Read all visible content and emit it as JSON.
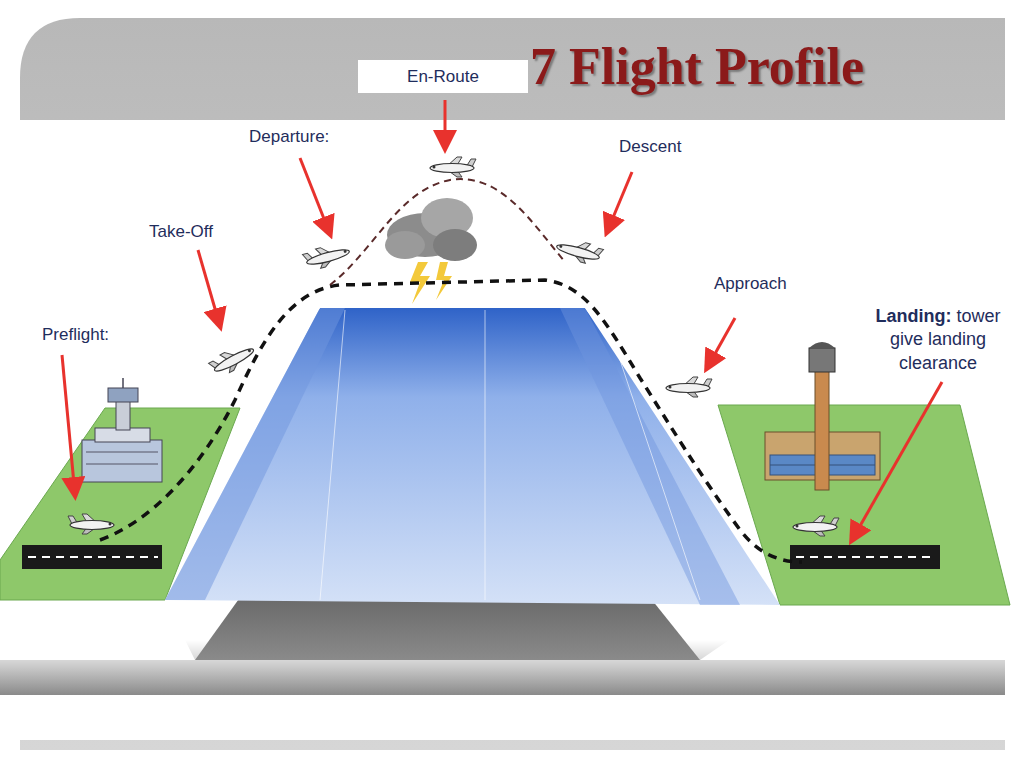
{
  "diagram": {
    "title": "7 Flight Profile",
    "nodes": [
      {
        "text": [
          "En-Route"
        ]
      }
    ],
    "labels": [
      "Departure:",
      "Descent",
      "Take-Off",
      "Approach",
      "Preflight:",
      "Landing:",
      "tower give landing clearance"
    ]
  }
}
